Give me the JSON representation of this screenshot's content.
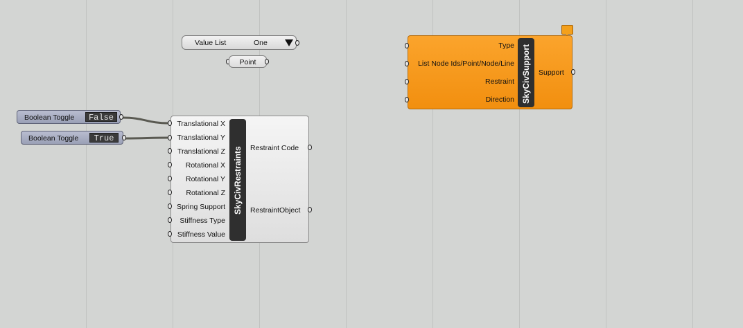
{
  "value_list": {
    "label": "Value List",
    "value": "One"
  },
  "point_param": {
    "label": "Point"
  },
  "toggles": [
    {
      "label": "Boolean Toggle",
      "value": "False"
    },
    {
      "label": "Boolean Toggle",
      "value": "True"
    }
  ],
  "restraints": {
    "title": "SkyCivRestraints",
    "inputs": [
      "Translational X",
      "Translational Y",
      "Translational Z",
      "Rotational X",
      "Rotational Y",
      "Rotational Z",
      "Spring Support",
      "Stiffness Type",
      "Stiffness Value"
    ],
    "outputs": [
      "Restraint Code",
      "RestraintObject"
    ]
  },
  "support": {
    "title": "SkyCivSupport",
    "inputs": [
      "Type",
      "List Node Ids/Point/Node/Line",
      "Restraint",
      "Direction"
    ],
    "outputs": [
      "Support"
    ]
  },
  "colors": {
    "support_fill": "#f7981e",
    "canvas": "#d3d5d3"
  }
}
